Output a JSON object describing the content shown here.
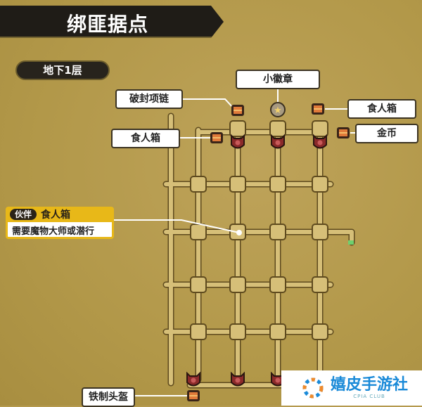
{
  "title": "绑匪据点",
  "floor": "地下1层",
  "labels": {
    "badge": "小徽章",
    "necklace": "破封项链",
    "mimic_top_right": "食人箱",
    "mimic_left": "食人箱",
    "gold": "金币",
    "helmet": "铁制头盔"
  },
  "callout": {
    "tag": "伙伴",
    "name": "食人箱",
    "desc": "需要魔物大师或潜行"
  },
  "watermark": {
    "name": "嬉皮手游社",
    "sub": "CPIA CLUB"
  },
  "colors": {
    "chest": "#e07a3a",
    "pot": "#8b2a2a",
    "path": "#d6bf78",
    "highlight": "#e8b818"
  }
}
